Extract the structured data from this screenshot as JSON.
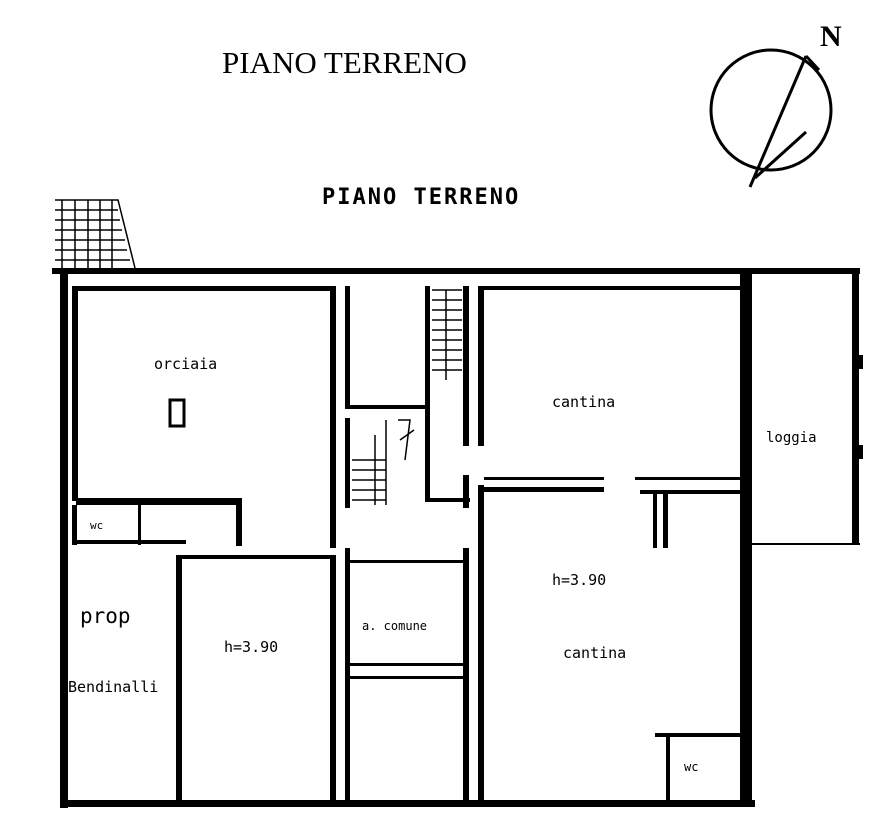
{
  "header": {
    "title": "PIANO TERRENO",
    "plan_heading": "PIANO TERRENO",
    "north_label": "N"
  },
  "rooms": {
    "orciaia": "orciaia",
    "cantina_top": "cantina",
    "loggia": "loggia",
    "wc_left": "wc",
    "prop": "prop",
    "owner": "Bendinalli",
    "height_left": "h=3.90",
    "area_comune": "a. comune",
    "height_right": "h=3.90",
    "cantina_bottom": "cantina",
    "wc_right": "wc"
  }
}
